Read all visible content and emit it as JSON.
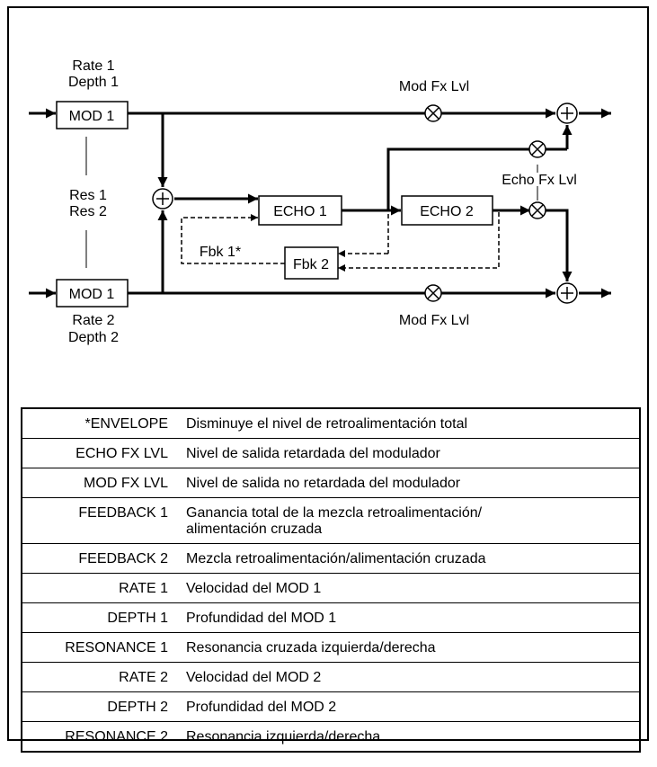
{
  "diagram": {
    "labels": {
      "rate1": "Rate 1",
      "depth1": "Depth 1",
      "mod_top": "MOD 1",
      "res1": "Res 1",
      "res2": "Res 2",
      "mod_bottom": "MOD 1",
      "rate2": "Rate 2",
      "depth2": "Depth 2",
      "echo1": "ECHO 1",
      "echo2": "ECHO 2",
      "fbk1": "Fbk 1*",
      "fbk2": "Fbk 2",
      "mod_fx_lvl_top": "Mod Fx Lvl",
      "mod_fx_lvl_bottom": "Mod Fx Lvl",
      "echo_fx_lvl": "Echo Fx Lvl"
    }
  },
  "parameters": [
    {
      "name": "*ENVELOPE",
      "desc": [
        "Disminuye el nivel de retroalimentación total"
      ]
    },
    {
      "name": "ECHO FX LVL",
      "desc": [
        "Nivel de salida retardada del modulador"
      ]
    },
    {
      "name": "MOD FX LVL",
      "desc": [
        "Nivel de salida no retardada del modulador"
      ]
    },
    {
      "name": "FEEDBACK 1",
      "desc": [
        "Ganancia total de la mezcla retroalimentación/",
        "alimentación cruzada"
      ]
    },
    {
      "name": "FEEDBACK 2",
      "desc": [
        "Mezcla retroalimentación/alimentación cruzada"
      ]
    },
    {
      "name": "RATE 1",
      "desc": [
        "Velocidad del MOD 1"
      ]
    },
    {
      "name": "DEPTH 1",
      "desc": [
        "Profundidad del MOD 1"
      ]
    },
    {
      "name": "RESONANCE 1",
      "desc": [
        "Resonancia cruzada izquierda/derecha"
      ]
    },
    {
      "name": "RATE 2",
      "desc": [
        "Velocidad del MOD 2"
      ]
    },
    {
      "name": "DEPTH 2",
      "desc": [
        "Profundidad del MOD 2"
      ]
    },
    {
      "name": "RESONANCE 2",
      "desc": [
        "Resonancia izquierda/derecha"
      ]
    }
  ]
}
